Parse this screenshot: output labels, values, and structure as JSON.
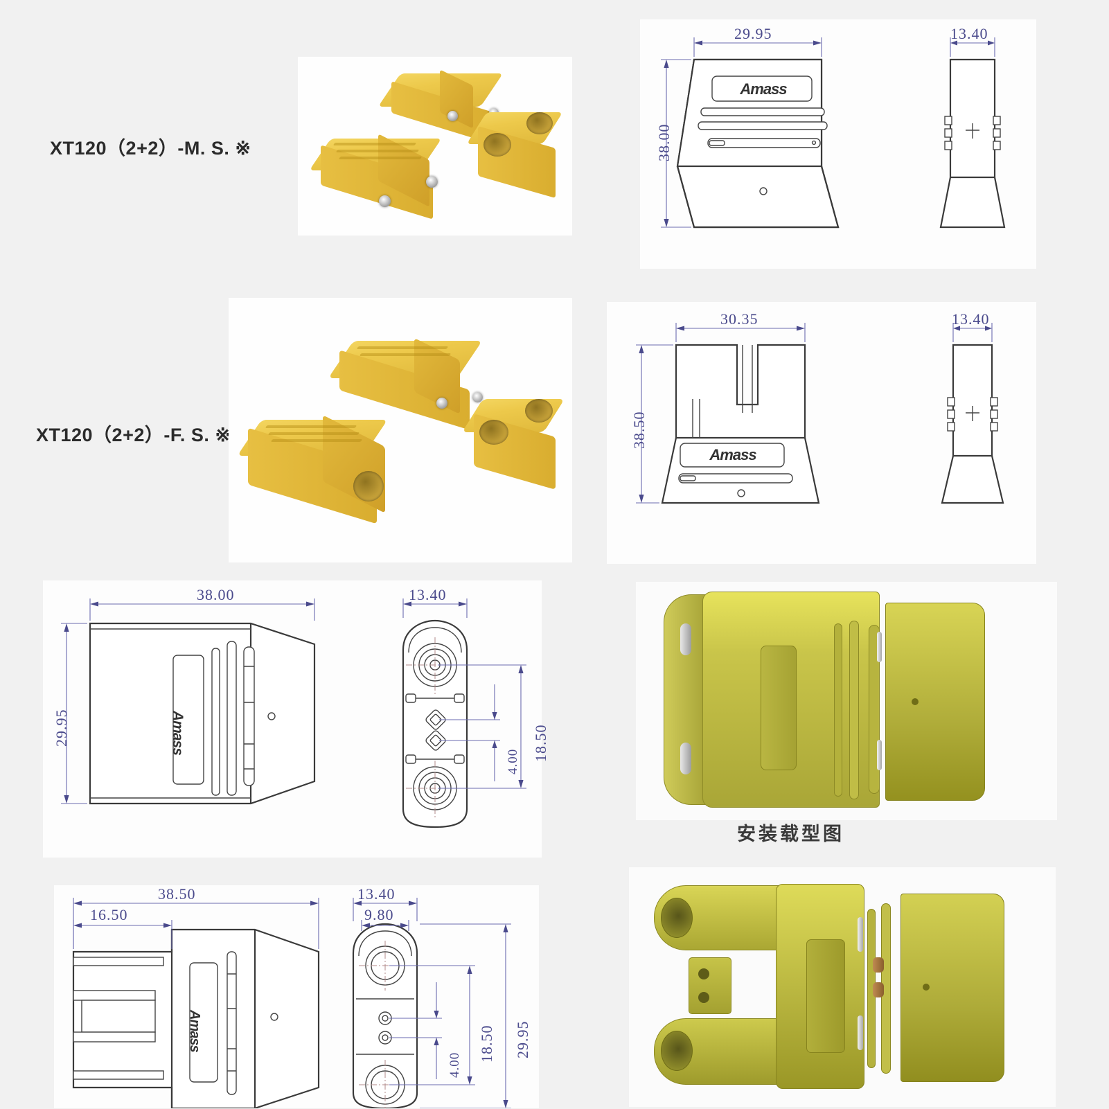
{
  "sheet": {
    "background_color": "#f1f1f1",
    "panel_color": "#fdfdfd",
    "dimension_text_color": "#4a4a8c",
    "outline_color": "#3a3a3a",
    "connector_yellow": "#e9c63f",
    "cad_olive": "#b5b13a"
  },
  "rows": [
    {
      "label": "XT120（2+2）-M. S. ※"
    },
    {
      "label": "XT120（2+2）-F. S. ※"
    }
  ],
  "brand": {
    "logo_text": "Amass"
  },
  "captions": {
    "assembly": "安装载型图"
  },
  "drawings": {
    "male_front": {
      "name": "XT120 (2+2) male - front elevation",
      "width_dim": "29.95",
      "height_dim": "38.00",
      "logo": "Amass"
    },
    "male_side": {
      "name": "XT120 (2+2) male - side elevation",
      "width_dim": "13.40"
    },
    "female_front": {
      "name": "XT120 (2+2) female - front elevation",
      "width_dim": "30.35",
      "height_dim": "38.50",
      "logo": "Amass"
    },
    "female_side": {
      "name": "XT120 (2+2) female - side elevation",
      "width_dim": "13.40"
    },
    "male_plan": {
      "name": "XT120 (2+2) male - plan view",
      "width_dim": "38.00",
      "height_dim": "29.95",
      "logo": "Amass"
    },
    "male_end": {
      "name": "XT120 (2+2) male - end view",
      "width_dim": "13.40",
      "pitch_dim": "18.50",
      "signal_pitch_dim": "4.00"
    },
    "female_plan": {
      "name": "XT120 (2+2) female - plan view",
      "width_dim": "38.50",
      "step_dim": "16.50",
      "logo": "Amass"
    },
    "female_end": {
      "name": "XT120 (2+2) female - end view",
      "width_dim": "13.40",
      "inner_width_dim": "9.80",
      "pitch_dim": "18.50",
      "signal_pitch_dim": "4.00",
      "height_dim": "29.95"
    }
  },
  "photos": {
    "male": {
      "name": "XT120 male connector photo, three yellow housings"
    },
    "female": {
      "name": "XT120 female connector photo, three yellow housings"
    }
  },
  "renders": {
    "assembly_top": {
      "name": "XT120 mated assembly 3D render"
    },
    "assembly_bottom": {
      "name": "XT120 female housing 3D render"
    }
  }
}
